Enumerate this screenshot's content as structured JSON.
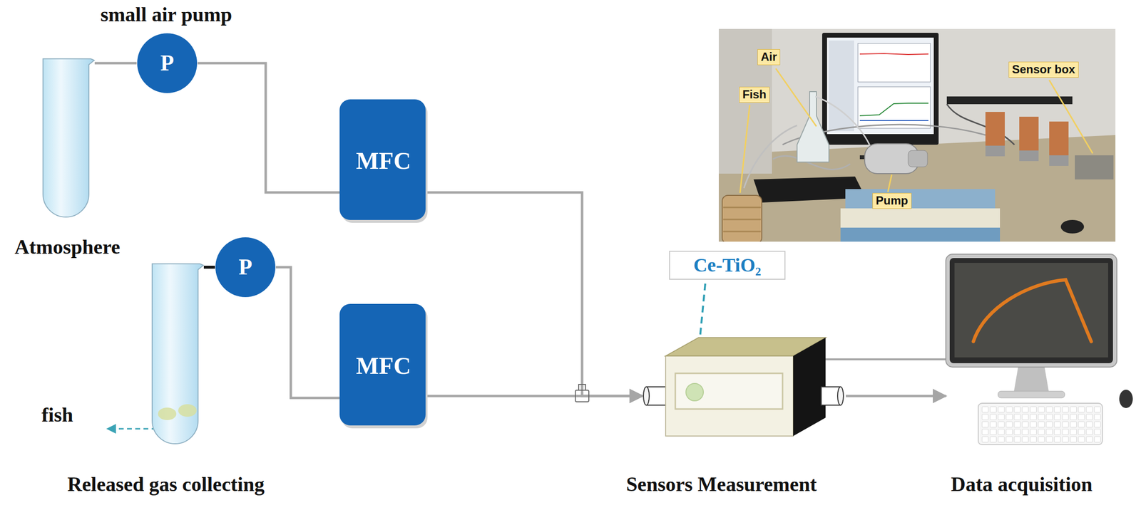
{
  "diagram": {
    "nodes": [
      {
        "text": [
          "Atmosphere"
        ]
      },
      {
        "text": [
          "P"
        ]
      },
      {
        "text": [
          "Released gas collecting"
        ]
      },
      {
        "text": [
          "P"
        ]
      },
      {
        "text": [
          "MFC"
        ]
      },
      {
        "text": [
          "MFC"
        ]
      },
      {
        "text": [
          "Sensors Measurement"
        ]
      },
      {
        "text": [
          "Ce-TiO₂"
        ]
      },
      {
        "text": [
          "Data acquisition"
        ]
      }
    ],
    "edges": [
      {
        "from": 0,
        "to": 1,
        "arrow": "none"
      },
      {
        "from": 1,
        "to": 4,
        "arrow": "none"
      },
      {
        "from": 2,
        "to": 3,
        "arrow": "none"
      },
      {
        "from": 3,
        "to": 5,
        "arrow": "none"
      },
      {
        "from": 4,
        "to": 6,
        "arrow": "to"
      },
      {
        "from": 5,
        "to": 6,
        "arrow": "to"
      },
      {
        "from": 6,
        "to": 8,
        "arrow": "to"
      },
      {
        "from": 6,
        "to": 8,
        "arrow": "none"
      }
    ],
    "labels": [
      "small air pump",
      "fish",
      "Air",
      "Fish",
      "Sensor box",
      "Pump"
    ]
  }
}
